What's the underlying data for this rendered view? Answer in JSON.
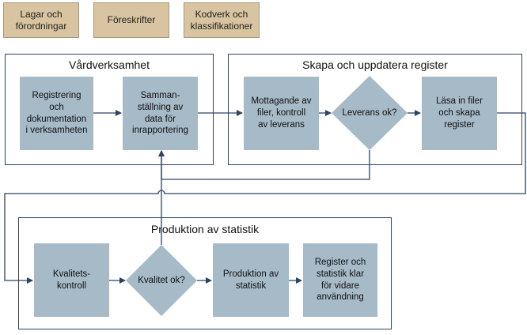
{
  "legend": {
    "laws": "Lagar och\nförordningar",
    "regulations": "Föreskrifter",
    "codes": "Kodverk och\nklassifikationer"
  },
  "groups": {
    "care": "Vårdverksamhet",
    "register": "Skapa och uppdatera register",
    "statistics": "Produktion av statistik"
  },
  "nodes": {
    "registration": "Registrering\noch\ndokumentation\ni verksamheten",
    "compilation": "Samman-\nställning av\ndata för\ninrapportering",
    "receiving": "Mottagande av\nfiler, kontroll\nav leverans",
    "delivery_ok": "Leverans ok?",
    "load_files": "Läsa in filer\noch skapa\nregister",
    "quality_control": "Kvalitets-\nkontroll",
    "quality_ok": "Kvalitet ok?",
    "produce_stats": "Produktion av\nstatistik",
    "ready": "Register och\nstatistik klar\nför vidare\nanvändning"
  },
  "colors": {
    "legend_fill": "#d8c4a0",
    "process_fill": "#a6bac8",
    "border": "#2b4563"
  }
}
